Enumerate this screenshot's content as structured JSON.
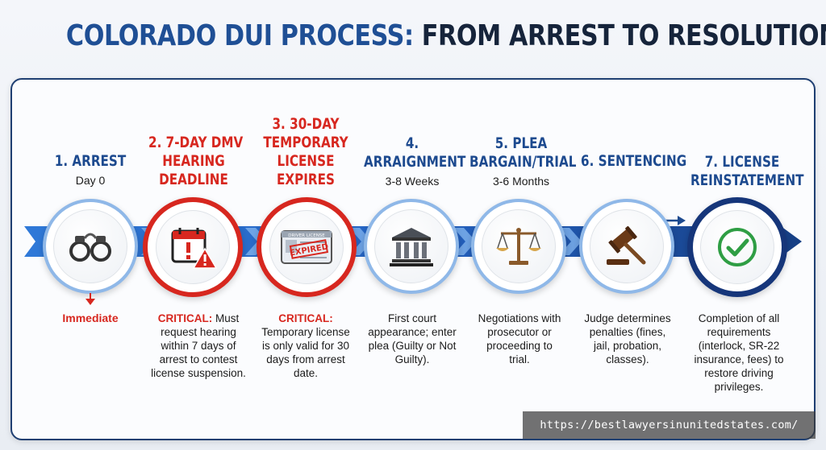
{
  "title": {
    "part1": "COLORADO DUI PROCESS:",
    "part2": "FROM ARREST TO RESOLUTION"
  },
  "colors": {
    "blue": "#1d4a8f",
    "red": "#d7271f",
    "dark": "#16243b"
  },
  "steps": [
    {
      "title_lines": [
        "1. ARREST"
      ],
      "sub": "Day 0",
      "icon": "handcuffs-icon",
      "desc_critical": "",
      "desc": "Immediate"
    },
    {
      "title_lines": [
        "2. 7-DAY DMV",
        "HEARING",
        "DEADLINE"
      ],
      "sub": "",
      "icon": "calendar-warning-icon",
      "desc_critical": "CRITICAL:",
      "desc": "Must request hearing within 7 days of arrest to contest license suspension."
    },
    {
      "title_lines": [
        "3. 30-DAY",
        "TEMPORARY",
        "LICENSE",
        "EXPIRES"
      ],
      "sub": "",
      "icon": "expired-license-icon",
      "desc_critical": "CRITICAL:",
      "desc": "Temporary license is only valid for 30 days from arrest date."
    },
    {
      "title_lines": [
        "4.",
        "ARRAIGNMENT"
      ],
      "sub": "3-8 Weeks",
      "icon": "courthouse-icon",
      "desc_critical": "",
      "desc": "First court appearance; enter plea (Guilty or Not Guilty)."
    },
    {
      "title_lines": [
        "5. PLEA",
        "BARGAIN/TRIAL"
      ],
      "sub": "3-6 Months",
      "icon": "scales-icon",
      "desc_critical": "",
      "desc": "Negotiations with prosecutor or proceeding to trial."
    },
    {
      "title_lines": [
        "6. SENTENCING"
      ],
      "sub": "",
      "icon": "gavel-icon",
      "desc_critical": "",
      "desc": "Judge determines penalties (fines, jail, probation, classes)."
    },
    {
      "title_lines": [
        "7. LICENSE",
        "REINSTATEMENT"
      ],
      "sub": "",
      "icon": "checkmark-icon",
      "desc_critical": "",
      "desc": "Completion of all requirements (interlock, SR-22 insurance, fees) to restore driving privileges."
    }
  ],
  "icon_labels": {
    "license_header": "DRIVER LICENSE",
    "stamp": "EXPIRED"
  },
  "watermark": "https://bestlawyersinunitedstates.com/"
}
